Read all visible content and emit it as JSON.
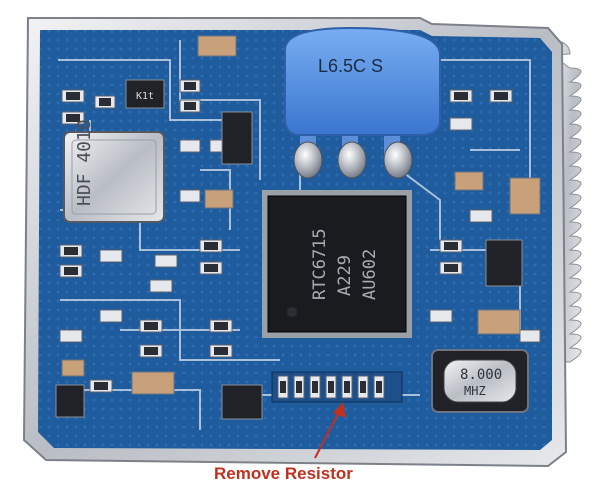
{
  "annotation": {
    "text": "Remove Resistor",
    "color": "#c0301e"
  },
  "markings": {
    "coil": "L6.5C S",
    "oscillator": "HDF 4010",
    "chip_line1": "RTC6715",
    "chip_line2": "A229",
    "chip_line3": "AU602",
    "crystal_line1": "8.000",
    "crystal_line2": "MHZ",
    "transistor": "K1t"
  },
  "colors": {
    "pcb": "#1f5c9e",
    "pcb_dark": "#143f74",
    "solder": "#c9ccd2",
    "coil": "#4f8fe3",
    "chip": "#1a1b1f"
  }
}
